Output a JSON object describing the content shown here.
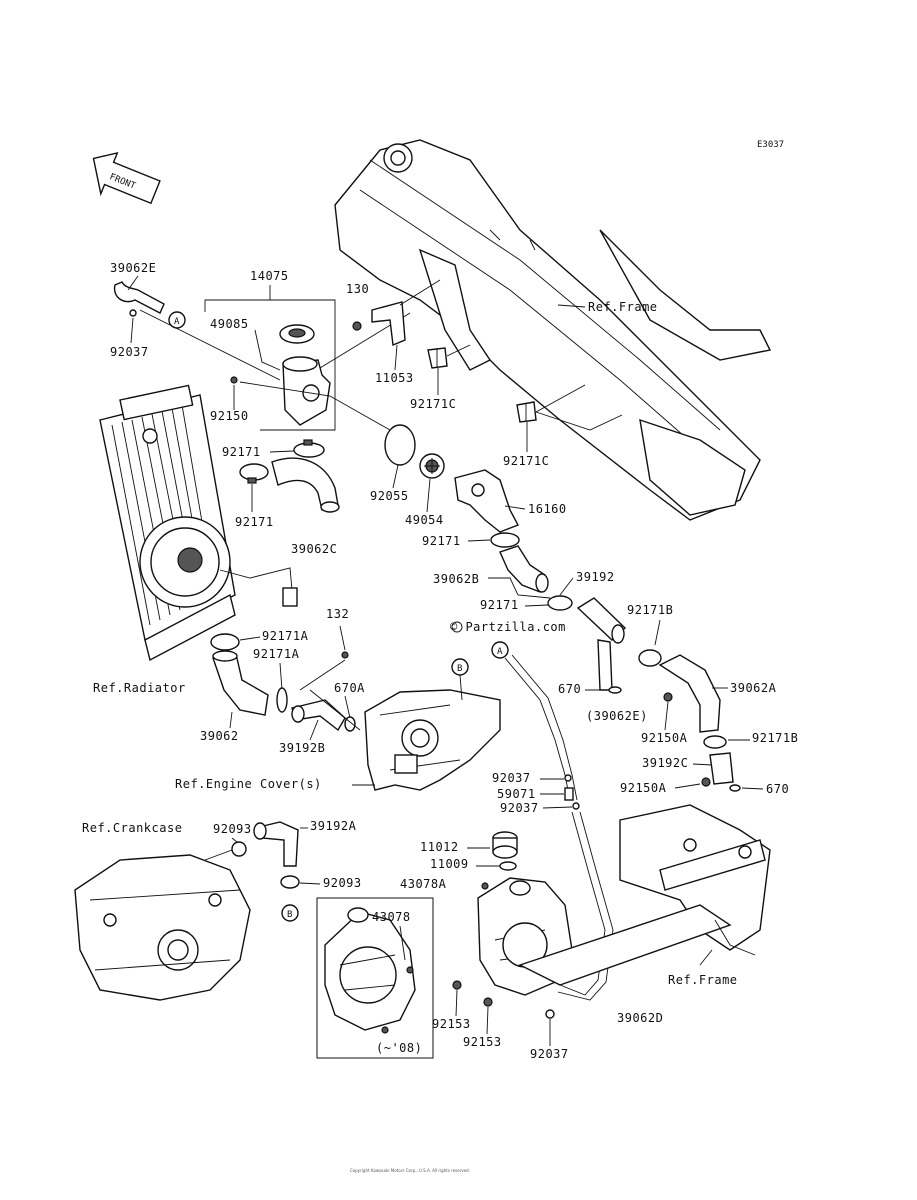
{
  "diagram_code": "E3037",
  "front_label": "FRONT",
  "watermark": "© Partzilla.com",
  "footer": "Copyright Kawasaki Motors Corp., U.S.A. All rights reserved.",
  "callouts": {
    "A": "A",
    "B": "B"
  },
  "variant_note": "(~'08)",
  "references": {
    "frame_top": "Ref.Frame",
    "radiator": "Ref.Radiator",
    "engine_cover": "Ref.Engine Cover(s)",
    "crankcase": "Ref.Crankcase",
    "frame_bottom": "Ref.Frame"
  },
  "labels": {
    "p39062E": "39062E",
    "p92037_top": "92037",
    "p14075": "14075",
    "p49085": "49085",
    "p130": "130",
    "p11053": "11053",
    "p92171C_a": "92171C",
    "p92171C_b": "92171C",
    "p92150": "92150",
    "p92171_a": "92171",
    "p92171_b": "92171",
    "p92055": "92055",
    "p49054": "49054",
    "p16160": "16160",
    "p39062C": "39062C",
    "p92171_c": "92171",
    "p39062B": "39062B",
    "p39192": "39192",
    "p92171_d": "92171",
    "p92171B_a": "92171B",
    "p132": "132",
    "p92171A_a": "92171A",
    "p92171A_b": "92171A",
    "p670A": "670A",
    "p670": "670",
    "p39062A": "39062A",
    "p39062E_paren": "(39062E)",
    "p92150A_a": "92150A",
    "p92171B_b": "92171B",
    "p39062": "39062",
    "p39192B": "39192B",
    "p39192C": "39192C",
    "p92150A_b": "92150A",
    "p670_b": "670",
    "p92037_b": "92037",
    "p59071": "59071",
    "p92037_c": "92037",
    "p92093_a": "92093",
    "p39192A": "39192A",
    "p11012": "11012",
    "p11009": "11009",
    "p43078A": "43078A",
    "p92093_b": "92093",
    "p43078": "43078",
    "p92153_a": "92153",
    "p92153_b": "92153",
    "p92037_d": "92037",
    "p39062D": "39062D"
  }
}
